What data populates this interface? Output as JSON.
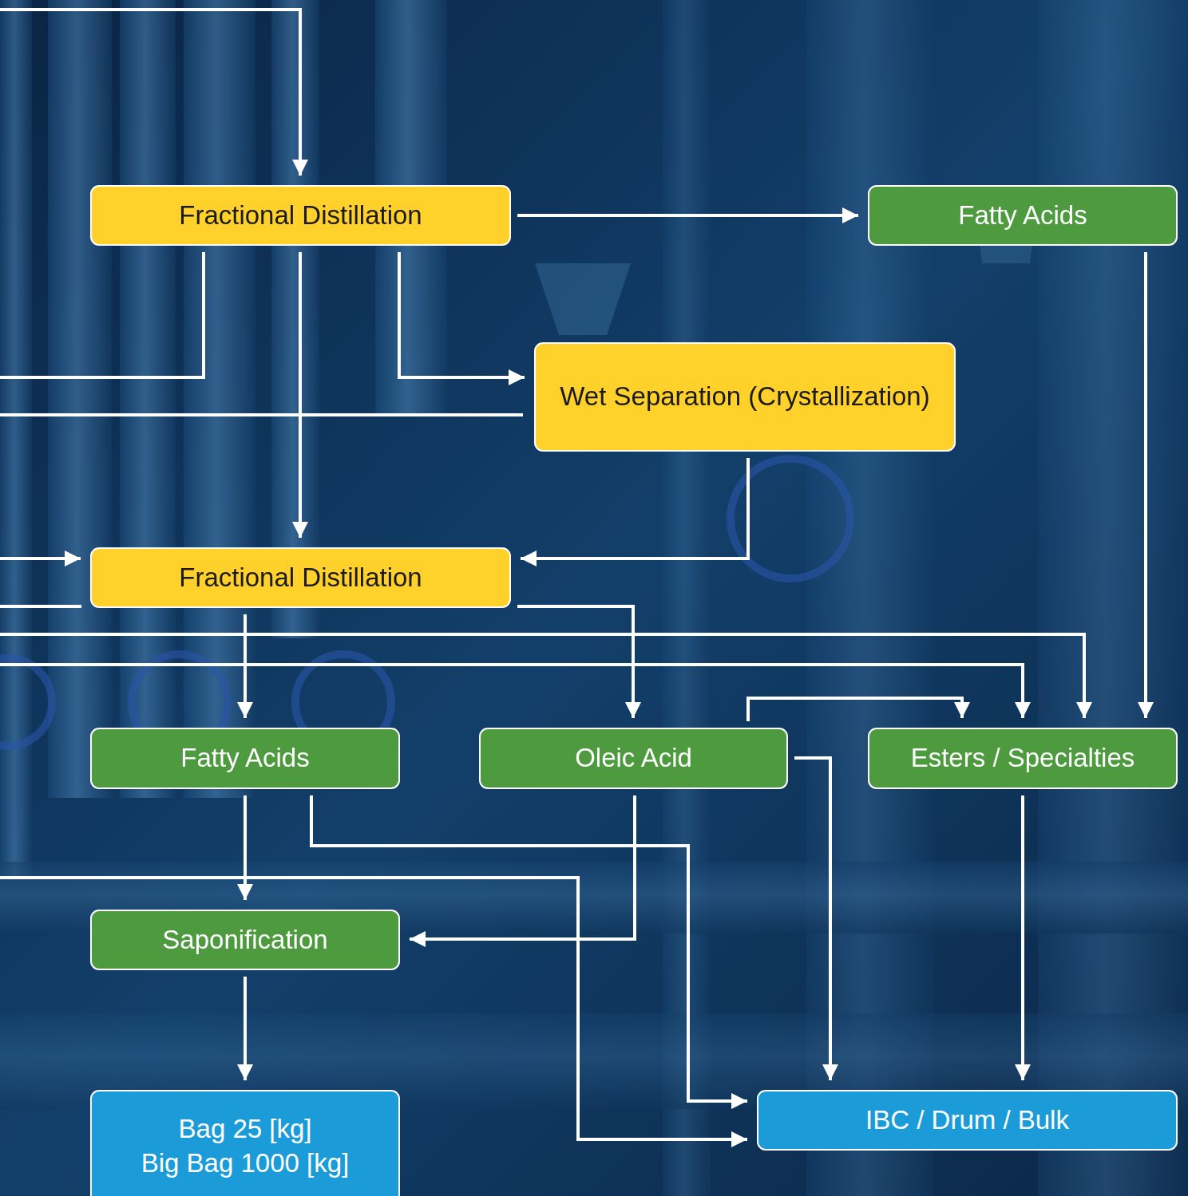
{
  "diagram": {
    "nodes": [
      {
        "text": [
          "Fractional Distillation"
        ]
      },
      {
        "text": [
          "Fatty Acids"
        ]
      },
      {
        "text": [
          "Wet Separation (Crystallization)"
        ]
      },
      {
        "text": [
          "Fractional Distillation"
        ]
      },
      {
        "text": [
          "Fatty Acids"
        ]
      },
      {
        "text": [
          "Oleic Acid"
        ]
      },
      {
        "text": [
          "Esters / Specialties"
        ]
      },
      {
        "text": [
          "Saponification"
        ]
      },
      {
        "text": [
          "Bag 25 [kg]",
          "Big Bag 1000 [kg]"
        ]
      },
      {
        "text": [
          "IBC / Drum / Bulk"
        ]
      }
    ],
    "edges": [
      {
        "from": 0,
        "to": 1,
        "arrow": "to"
      },
      {
        "from": 0,
        "to": 2,
        "arrow": "to"
      },
      {
        "from": 0,
        "to": 3,
        "arrow": "to"
      },
      {
        "from": 2,
        "to": 3,
        "arrow": "to"
      },
      {
        "from": 3,
        "to": 4,
        "arrow": "to"
      },
      {
        "from": 3,
        "to": 5,
        "arrow": "to"
      },
      {
        "from": 1,
        "to": 6,
        "arrow": "to"
      },
      {
        "from": 5,
        "to": 6,
        "arrow": "to"
      },
      {
        "from": 5,
        "to": 9,
        "arrow": "to"
      },
      {
        "from": 5,
        "to": 7,
        "arrow": "to"
      },
      {
        "from": 4,
        "to": 7,
        "arrow": "to"
      },
      {
        "from": 4,
        "to": 9,
        "arrow": "to"
      },
      {
        "from": 6,
        "to": 9,
        "arrow": "to"
      },
      {
        "from": 7,
        "to": 8,
        "arrow": "to"
      }
    ]
  }
}
